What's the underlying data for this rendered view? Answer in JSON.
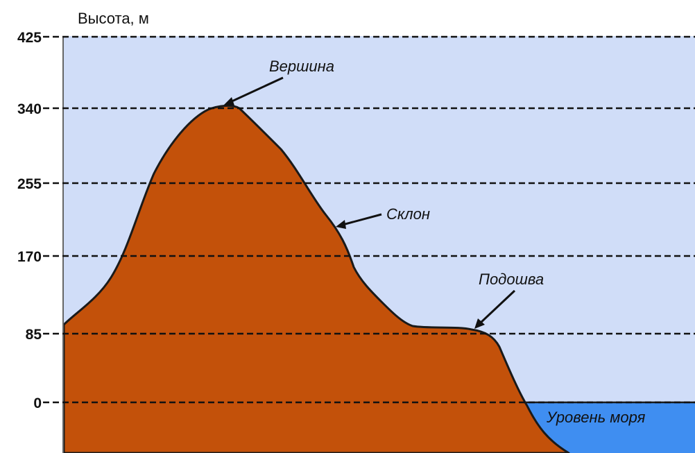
{
  "diagram": {
    "title": "",
    "y_axis_title": "Высота, м",
    "y_ticks": [
      425,
      340,
      255,
      170,
      85,
      0
    ],
    "annotations": {
      "summit": "Вершина",
      "slope": "Склон",
      "foot": "Подошва",
      "sea_level": "Уровень моря"
    }
  },
  "colors": {
    "sky": "#d0ddf8",
    "mountain": "#c3510a",
    "sea": "#3f8ef1",
    "outline": "#1a1a1a",
    "gridline": "#111111"
  }
}
